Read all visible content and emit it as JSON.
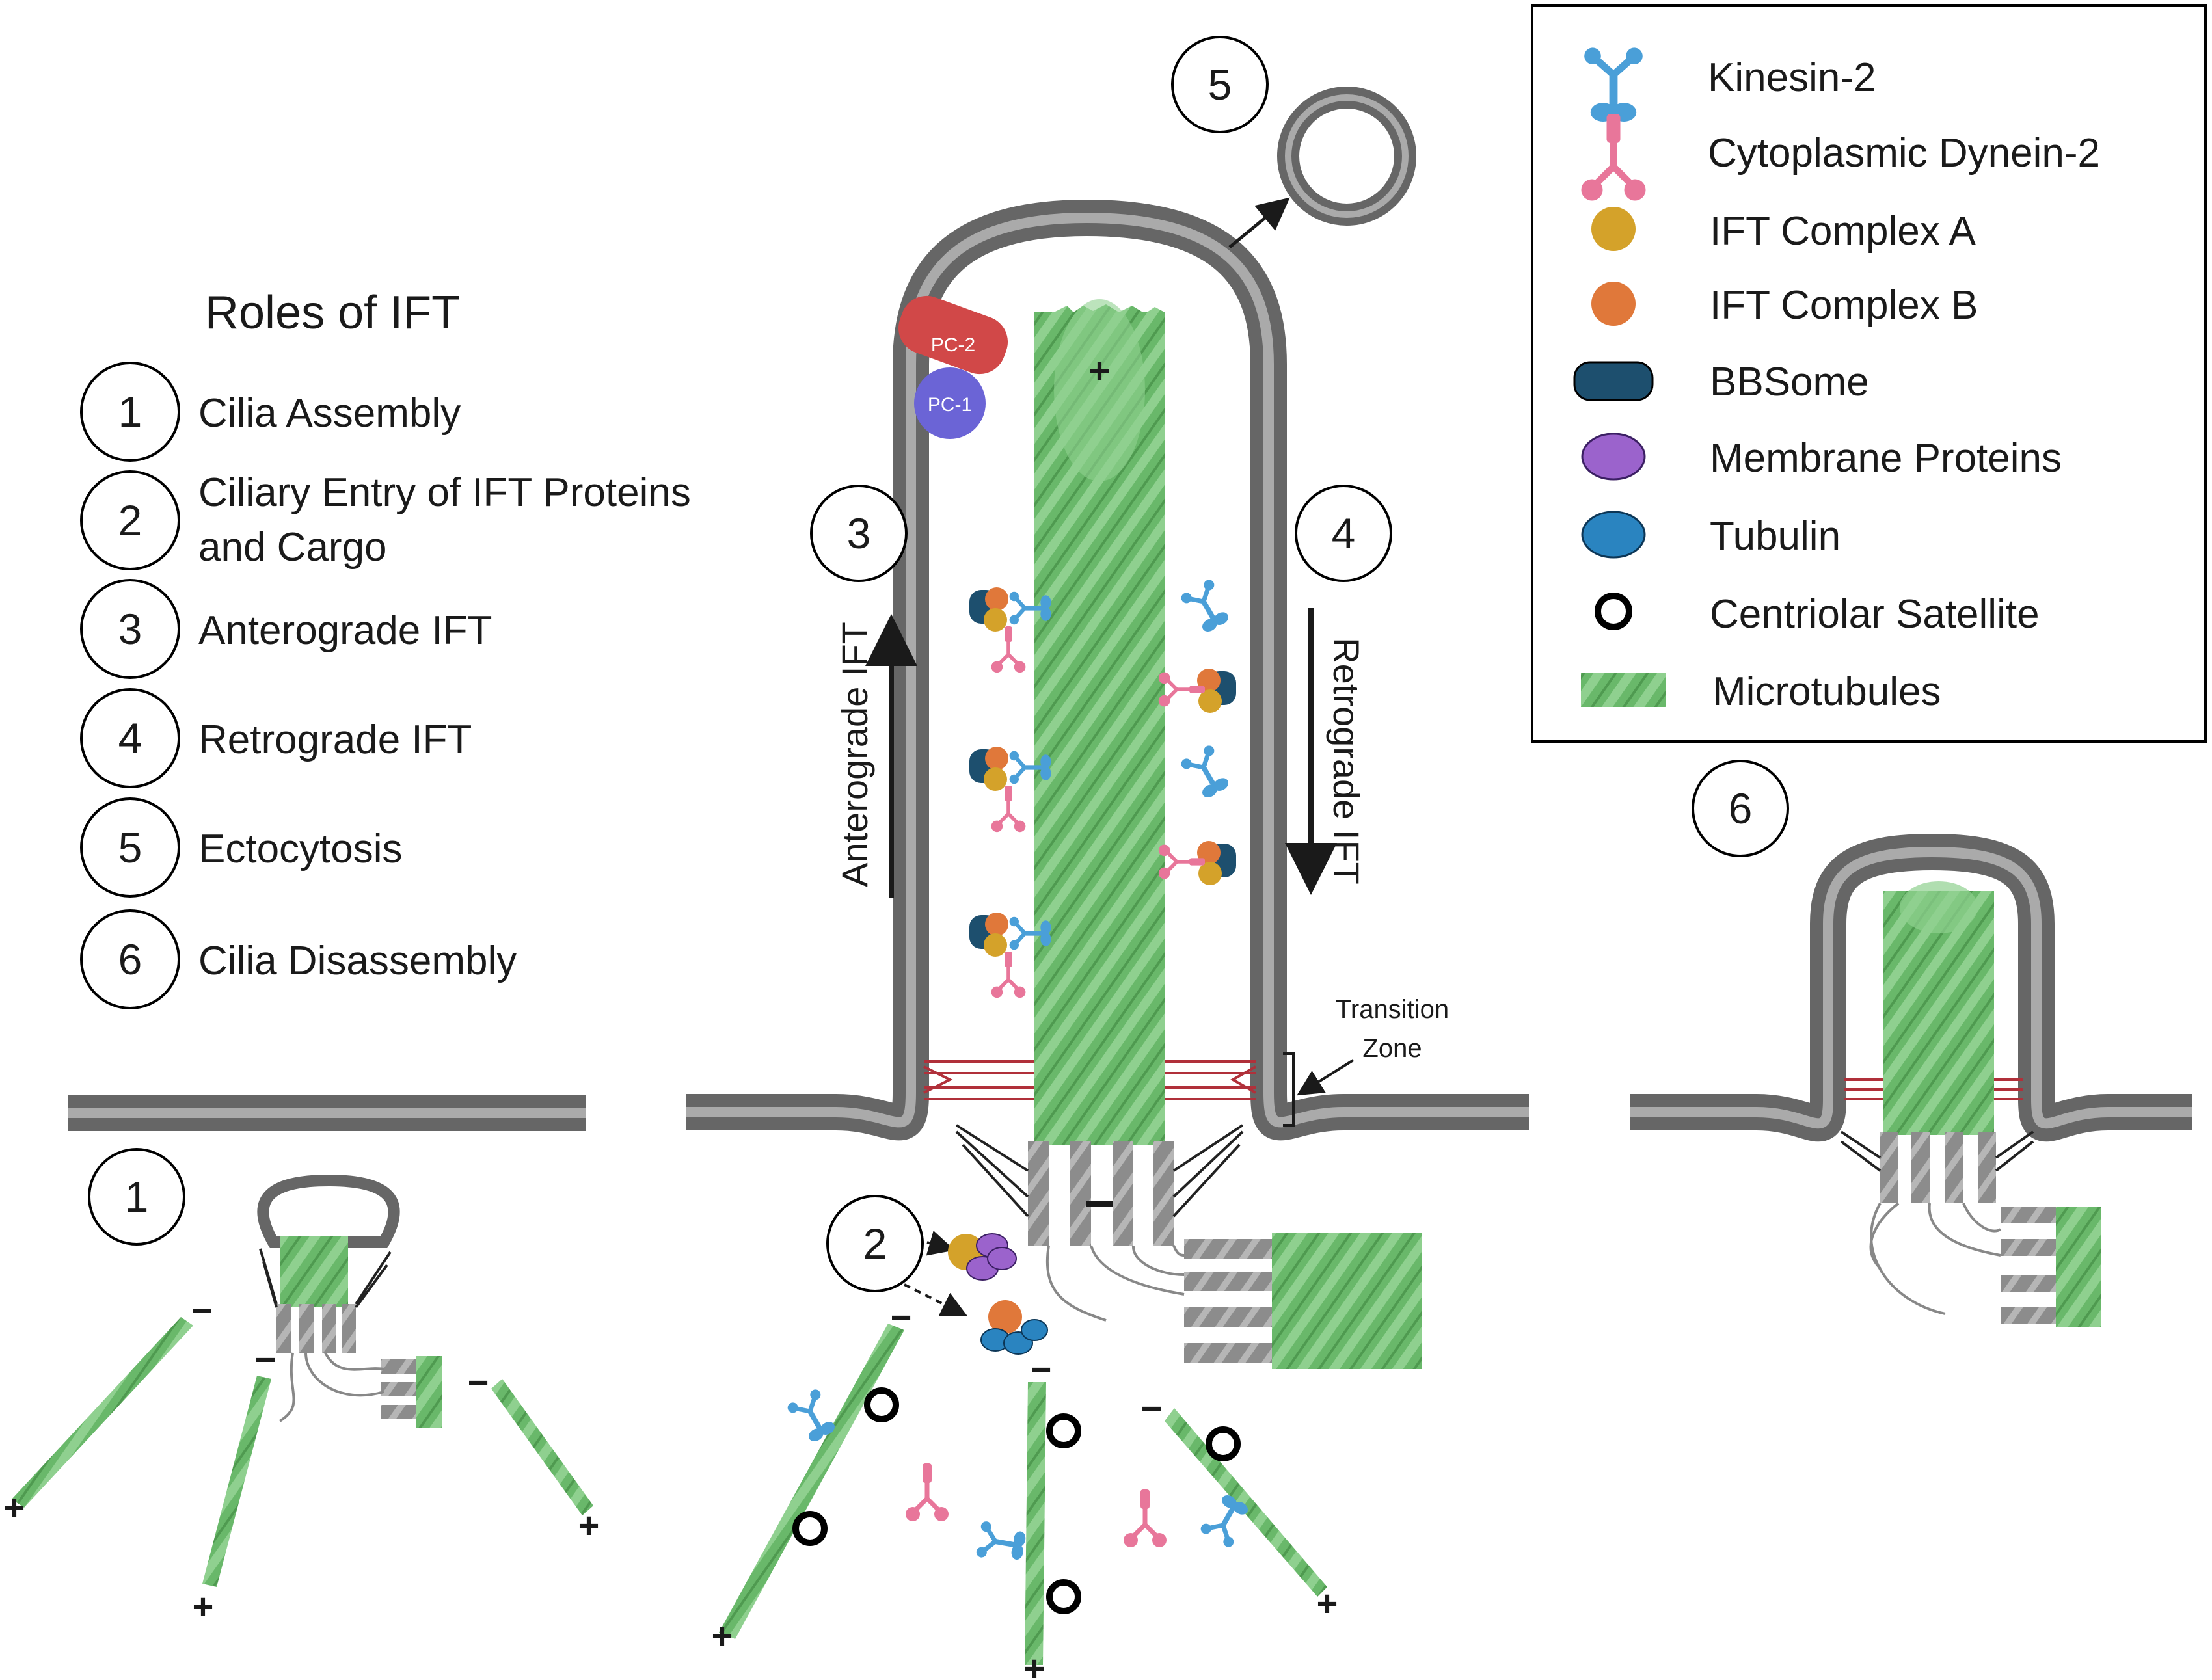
{
  "roles": {
    "title": "Roles of IFT",
    "items": [
      {
        "number": "1",
        "label": "Cilia Assembly"
      },
      {
        "number": "2",
        "label_line1": "Ciliary Entry of IFT Proteins",
        "label_line2": "and Cargo"
      },
      {
        "number": "3",
        "label": "Anterograde IFT"
      },
      {
        "number": "4",
        "label": "Retrograde IFT"
      },
      {
        "number": "5",
        "label": "Ectocytosis"
      },
      {
        "number": "6",
        "label": "Cilia Disassembly"
      }
    ]
  },
  "legend": {
    "items": [
      {
        "label": "Kinesin-2",
        "icon": "kinesin-icon",
        "color": "#4a9fd8"
      },
      {
        "label": "Cytoplasmic Dynein-2",
        "icon": "dynein-icon",
        "color": "#e8769a"
      },
      {
        "label": "IFT Complex A",
        "icon": "ift-a-icon",
        "color": "#d4a22a"
      },
      {
        "label": "IFT Complex B",
        "icon": "ift-b-icon",
        "color": "#e0783a"
      },
      {
        "label": "BBSome",
        "icon": "bbsome-icon",
        "color": "#1d4f6e"
      },
      {
        "label": "Membrane Proteins",
        "icon": "membrane-protein-icon",
        "color": "#9b63cc"
      },
      {
        "label": "Tubulin",
        "icon": "tubulin-icon",
        "color": "#2a84c0"
      },
      {
        "label": "Centriolar Satellite",
        "icon": "satellite-icon",
        "color": "#000000"
      },
      {
        "label": "Microtubules",
        "icon": "microtubule-icon",
        "color": "#69b86a"
      }
    ]
  },
  "diagram": {
    "step_numbers": [
      "1",
      "2",
      "3",
      "4",
      "5",
      "6"
    ],
    "pc2_label": "PC-2",
    "pc1_label": "PC-1",
    "plus": "+",
    "minus": "−",
    "anterograde_label": "Anterograde IFT",
    "retrograde_label": "Retrograde IFT",
    "transition_zone_line1": "Transition",
    "transition_zone_line2": "Zone"
  },
  "colors": {
    "membrane": "#666666",
    "membrane_core": "#aaaaaa",
    "microtubule": "#69b86a",
    "microtubule_dark": "#4f9a50",
    "basal_body": "#8c8c8c",
    "transition_fibers": "#b0303a",
    "pc2": "#d14848",
    "pc1": "#6b64d6"
  }
}
